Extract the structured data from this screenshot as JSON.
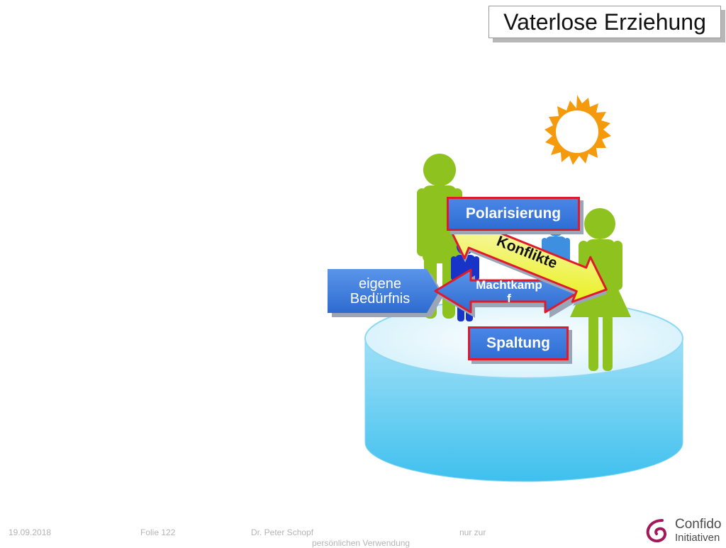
{
  "slide": {
    "title": "Vaterlose Erziehung"
  },
  "diagram": {
    "needs_label_line1": "eigene",
    "needs_label_line2": "Bedürfnis",
    "polarization_label": "Polarisierung",
    "conflicts_label": "Konflikte",
    "power_struggle_line1": "Machtkamp",
    "power_struggle_line2": "f",
    "split_label": "Spaltung"
  },
  "footer": {
    "date": "19.09.2018",
    "slide_number": "Folie 122",
    "author": "Dr. Peter Schopf",
    "notice": "nur zur",
    "notice_cut": "persönlichen Verwendung"
  },
  "logo": {
    "name_line1": "Confido",
    "name_line2": "Initiativen"
  },
  "colors": {
    "figure_green": "#8dc21f",
    "child_blue": "#1733c8",
    "child_light_blue": "#3f8fe0",
    "sun_orange": "#f59a0c",
    "red_border": "#e0192b",
    "box_blue": "#3a7be0",
    "cylinder_blue": "#62cdf2",
    "arrow_yellow": "#f4f40c"
  }
}
